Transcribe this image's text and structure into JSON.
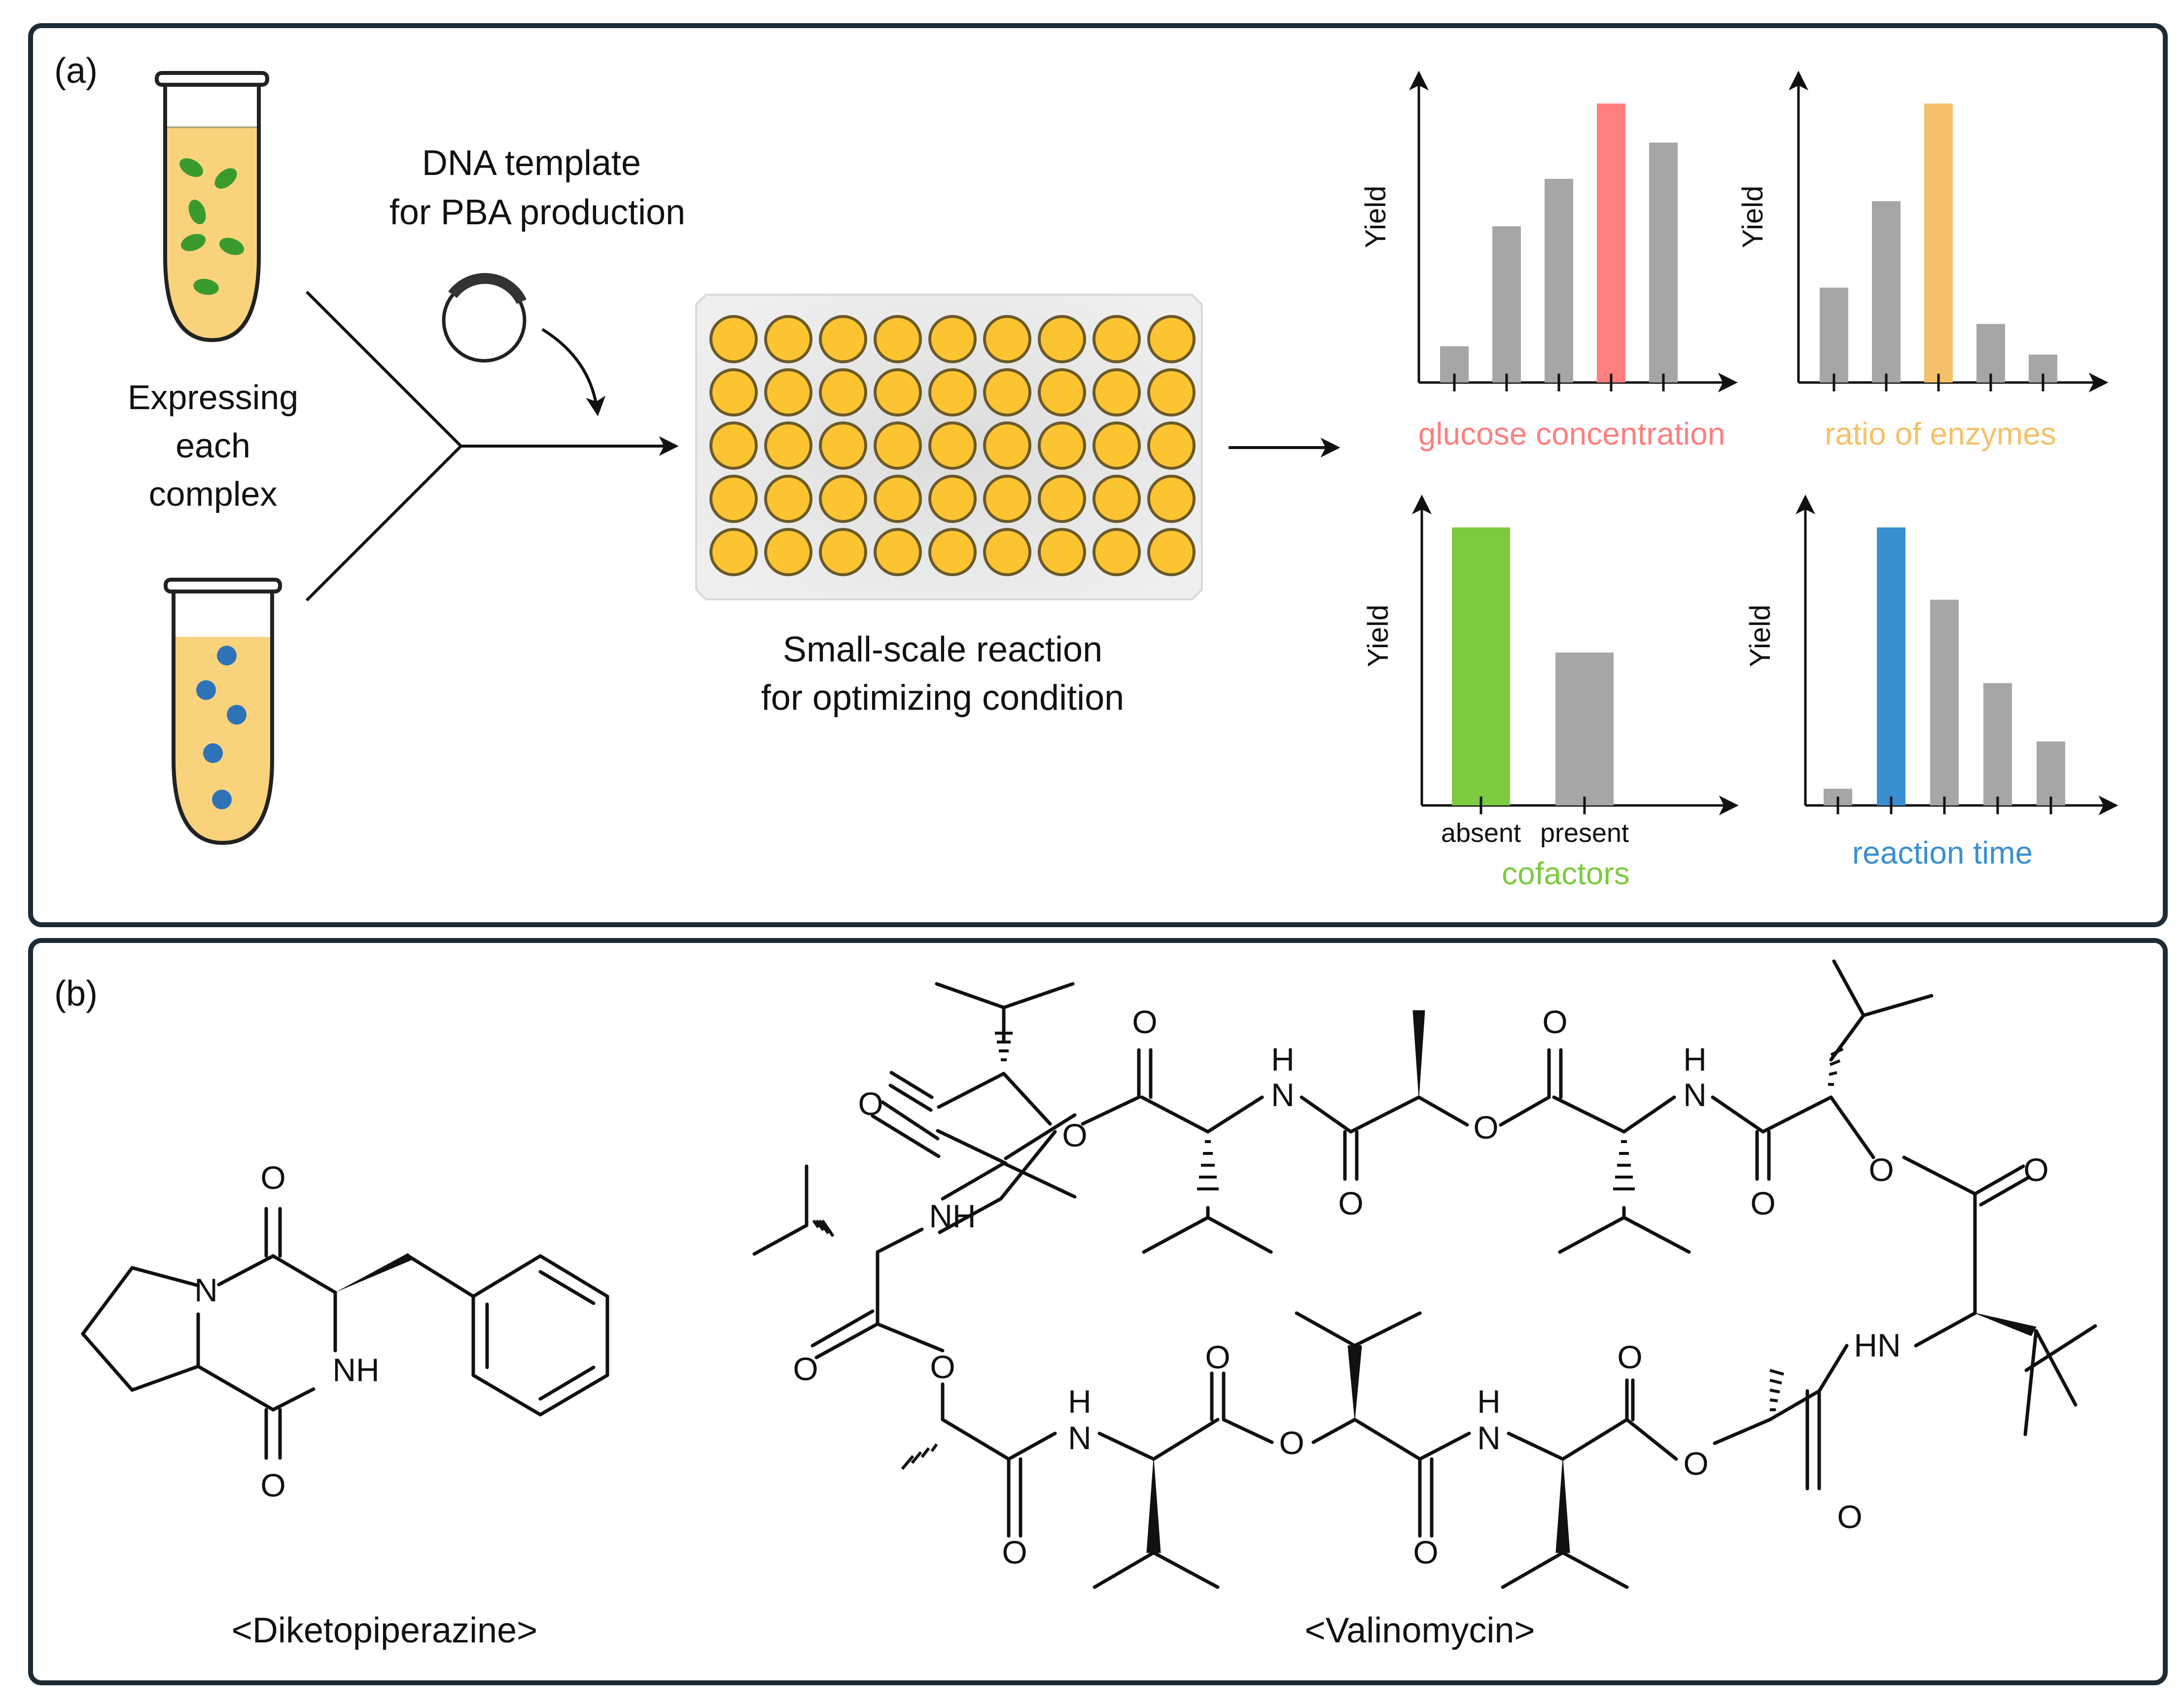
{
  "panel_a": {
    "label": "(a)",
    "dna_template": [
      "DNA template",
      "for PBA production"
    ],
    "expressing": [
      "Expressing",
      "each",
      "complex"
    ],
    "small_scale": [
      "Small-scale reaction",
      "for optimizing condition"
    ],
    "colors": {
      "liquid": "#f9d37c",
      "green_cell": "#3a9a2e",
      "blue_cell": "#2e72b8",
      "well": "#fcc431",
      "gray_bar": "#a6a6a6",
      "glucose": "#ff7f7f",
      "enzymes": "#f5c168",
      "cofactors": "#7ccb3f",
      "reaction_time": "#3a8fd0"
    }
  },
  "chart_data": [
    {
      "type": "bar",
      "ylabel": "Yield",
      "xlabel": "glucose concentration",
      "values": [
        0.13,
        0.56,
        0.73,
        1.0,
        0.86
      ],
      "highlight_index": 3,
      "color_key": "glucose"
    },
    {
      "type": "bar",
      "ylabel": "Yield",
      "xlabel": "ratio of enzymes",
      "values": [
        0.34,
        0.65,
        1.0,
        0.21,
        0.1
      ],
      "highlight_index": 2,
      "color_key": "enzymes"
    },
    {
      "type": "bar",
      "ylabel": "Yield",
      "xlabel": "cofactors",
      "categories": [
        "absent",
        "present"
      ],
      "values": [
        1.0,
        0.55
      ],
      "highlight_index": 0,
      "color_key": "cofactors"
    },
    {
      "type": "bar",
      "ylabel": "Yield",
      "xlabel": "reaction time",
      "values": [
        0.06,
        1.0,
        0.74,
        0.44,
        0.23
      ],
      "highlight_index": 1,
      "color_key": "reaction_time"
    }
  ],
  "panel_b": {
    "label": "(b)",
    "diketopiperazine_name": "<Diketopiperazine>",
    "valinomycin_name": "<Valinomycin>",
    "atoms": {
      "O": "O",
      "N": "N",
      "NH": "NH",
      "H": "H",
      "HN": "HN"
    }
  }
}
